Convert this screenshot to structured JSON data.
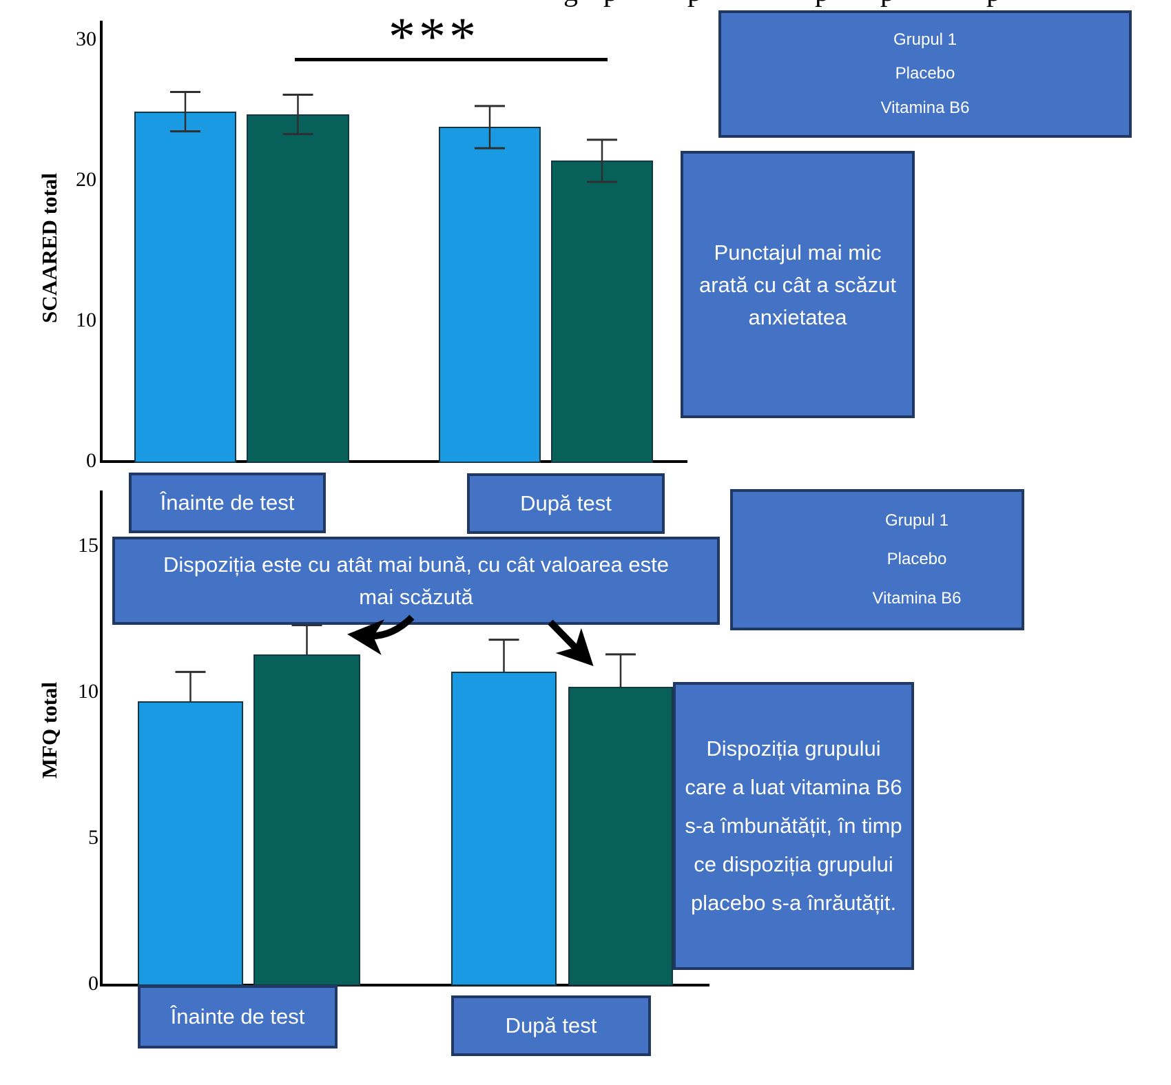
{
  "page": {
    "background": "#ffffff"
  },
  "cropped_title_fragments": [
    "g",
    "p",
    "p",
    "p",
    "p",
    "p"
  ],
  "significance": "***",
  "colors": {
    "placebo_bar": "#1b9ae4",
    "b6_bar": "#076059",
    "bar_border": "#143743",
    "box_fill": "#4472c4",
    "box_border": "#1f3864",
    "axis": "#000000",
    "error_bar": "#2f2f2f",
    "box_text": "#ffffff"
  },
  "x_labels": {
    "before": "Înainte de test",
    "after": "După test"
  },
  "legend_boxes": [
    {
      "lines": [
        "Grupul 1",
        "Placebo",
        "Vitamina B6"
      ]
    },
    {
      "lines": [
        "Grupul 1",
        "Placebo",
        "Vitamina B6"
      ]
    }
  ],
  "annotations": {
    "anxiety_note": "Punctajul mai mic arată cu cât a scăzut anxietatea",
    "mood_scale_note": "Dispoziția este cu atât mai bună, cu cât valoarea este mai scăzută",
    "mood_result_note": "Dispoziția grupului care a luat vitamina B6 s-a îmbunătățit, în timp ce dispoziția grupului placebo s-a înrăutățit."
  },
  "chart_data": [
    {
      "type": "bar",
      "title": "",
      "ylabel": "SCAARED total",
      "xlabel": "",
      "ylim": [
        0,
        30
      ],
      "yticks": [
        0,
        10,
        20,
        30
      ],
      "grid": false,
      "categories": [
        "Înainte de test",
        "După test"
      ],
      "series": [
        {
          "name": "Placebo",
          "values": [
            24.9,
            23.8
          ],
          "errors": [
            1.4,
            1.5
          ]
        },
        {
          "name": "Vitamina B6",
          "values": [
            24.7,
            21.4
          ],
          "errors": [
            1.4,
            1.5
          ]
        }
      ],
      "significance": {
        "label": "***",
        "between": "Vitamina B6 înainte vs. după test"
      }
    },
    {
      "type": "bar",
      "title": "",
      "ylabel": "MFQ total",
      "xlabel": "",
      "ylim": [
        0,
        15
      ],
      "yticks": [
        0,
        5,
        10,
        15
      ],
      "grid": false,
      "categories": [
        "Înainte de test",
        "După test"
      ],
      "series": [
        {
          "name": "Placebo",
          "values": [
            9.7,
            10.7
          ],
          "errors": [
            1.0,
            1.1
          ]
        },
        {
          "name": "Vitamina B6",
          "values": [
            11.3,
            10.2
          ],
          "errors": [
            1.0,
            1.1
          ]
        }
      ]
    }
  ]
}
